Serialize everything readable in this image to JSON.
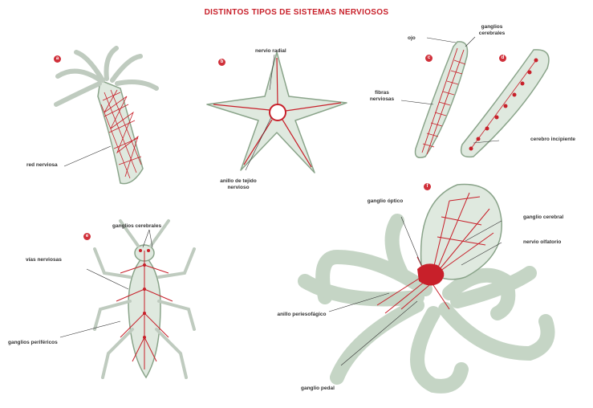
{
  "title": "DISTINTOS TIPOS DE SISTEMAS NERVIOSOS",
  "badges": {
    "a": "a",
    "b": "b",
    "c": "c",
    "d": "d",
    "e": "e",
    "f": "f"
  },
  "labels": {
    "red_nerviosa": "red nerviosa",
    "nervio_radial": "nervio radial",
    "anillo_tejido": "anillo de tejido nervioso",
    "ojo": "ojo",
    "ganglios_cerebrales_top": "ganglios cerebrales",
    "fibras_nerviosas": "fibras nerviosas",
    "cerebro_incipiente": "cerebro incipiente",
    "ganglios_cerebrales_insect": "ganglios cerebrales",
    "vias_nerviosas": "vías nerviosas",
    "ganglios_perifericos": "ganglios periféricos",
    "ganglio_optico": "ganglio óptico",
    "ganglio_cerebral": "ganglio cerebral",
    "nervio_olfatorio": "nervio olfatorio",
    "anillo_periesofagico": "anillo periesofágico",
    "ganglio_pedal": "ganglio pedal"
  },
  "colors": {
    "nerve": "#c8202a",
    "body": "#dfe9df",
    "outline": "#8aa48a"
  }
}
